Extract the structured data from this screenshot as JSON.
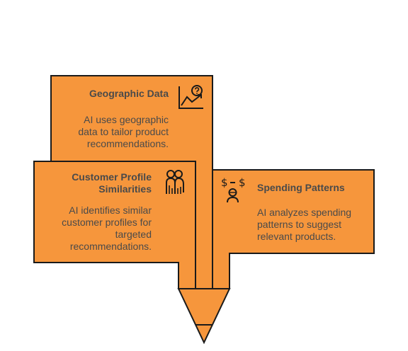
{
  "colors": {
    "fill": "#F6963C",
    "stroke": "#1a1a1a",
    "text": "#4a4a4a"
  },
  "cards": {
    "geographic": {
      "title": "Geographic Data",
      "description": "AI uses geographic data to tailor product recommendations.",
      "icon": "chart-question-icon"
    },
    "customer": {
      "title": "Customer Profile Similarities",
      "description": "AI identifies similar customer profiles for targeted recommendations.",
      "icon": "people-icon"
    },
    "spending": {
      "title": "Spending Patterns",
      "description": "AI analyzes spending patterns to suggest relevant products.",
      "icon": "person-money-icon"
    }
  }
}
